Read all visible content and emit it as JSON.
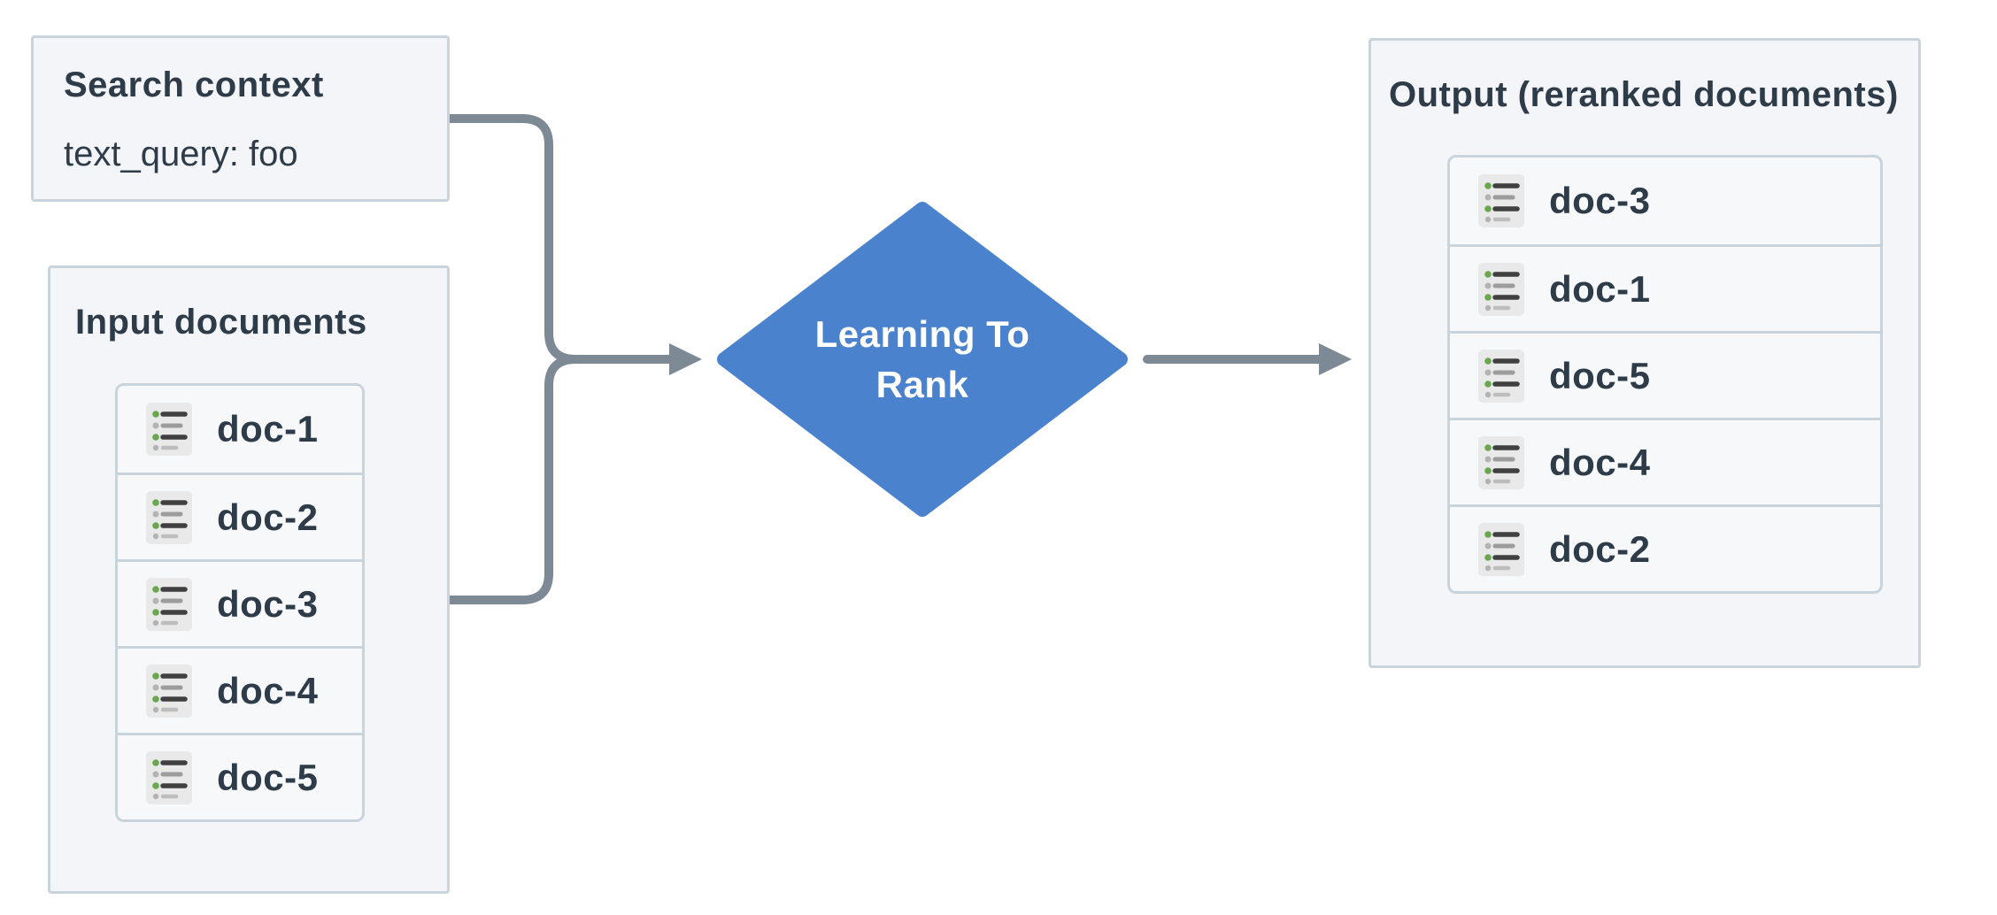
{
  "diagram": {
    "search_context": {
      "title": "Search context",
      "query": "text_query: foo"
    },
    "input_documents": {
      "title": "Input documents",
      "items": [
        "doc-1",
        "doc-2",
        "doc-3",
        "doc-4",
        "doc-5"
      ]
    },
    "processor": {
      "label_line1": "Learning To",
      "label_line2": "Rank"
    },
    "output_documents": {
      "title": "Output (reranked documents)",
      "items": [
        "doc-3",
        "doc-1",
        "doc-5",
        "doc-4",
        "doc-2"
      ]
    },
    "icons": {
      "document_item": "list-icon"
    },
    "colors": {
      "background": "#ffffff",
      "box_fill": "#f3f5f8",
      "box_border": "#c9d3dc",
      "text_dark": "#2e3b48",
      "arrow_gray": "#7d8995",
      "diamond_blue": "#4a82ce",
      "diamond_text": "#ffffff",
      "icon_background": "#e9e9e9",
      "icon_green_bullet": "#68a74e",
      "icon_gray_bullet": "#b3b3b3",
      "icon_line_dark": "#404040",
      "icon_line_mid": "#9c9c9c",
      "icon_line_light": "#bdbdbd"
    }
  }
}
